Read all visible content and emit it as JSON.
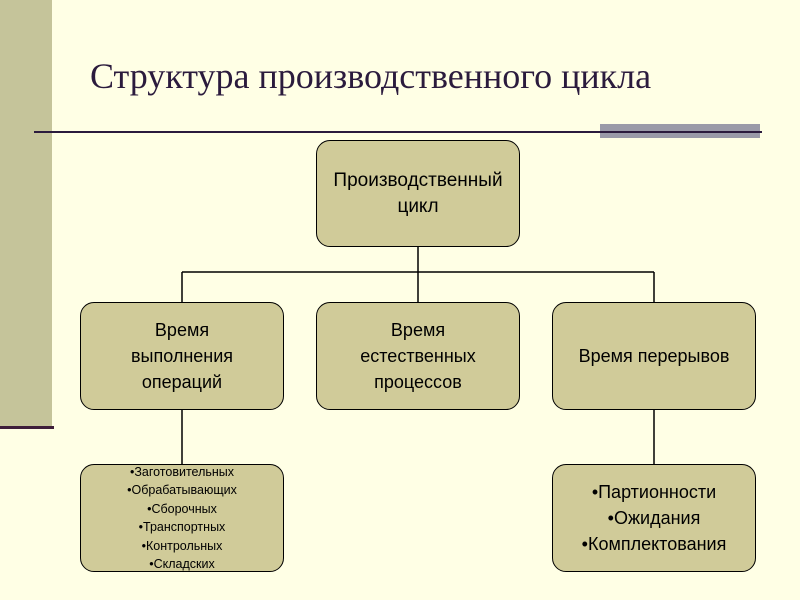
{
  "title": "Структура производственного цикла",
  "root": "Производственный цикл",
  "branches": [
    "Время выполнения операций",
    "Время естественных процессов",
    "Время перерывов"
  ],
  "operations_list": [
    "•Заготовительных",
    "•Обрабатывающих",
    "•Сборочных",
    "•Транспортных",
    "•Контрольных",
    "•Складских"
  ],
  "breaks_list": [
    "•Партионности",
    "•Ожидания",
    "•Комплектования"
  ],
  "colors": {
    "background": "#FFFFE5",
    "box_fill": "#D0CB99",
    "sidebar": "#C5C49A",
    "title": "#2B1B3D"
  }
}
